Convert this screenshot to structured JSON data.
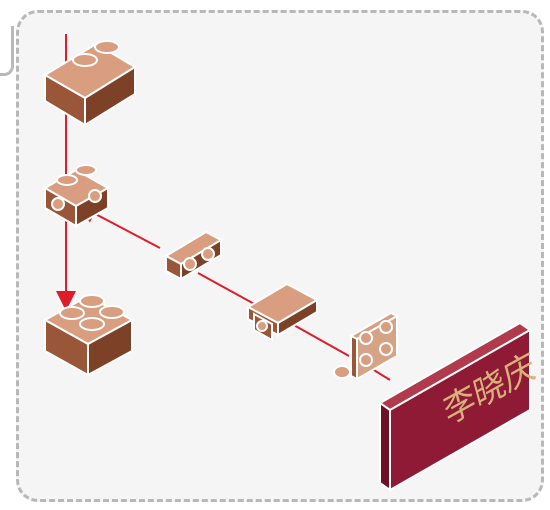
{
  "plaque": {
    "text": "李晓庆",
    "color": "#8f1a35",
    "text_color": "#d8b07a"
  },
  "colors": {
    "brick_top": "#d99d80",
    "brick_front": "#9a5638",
    "brick_side": "#7d4127",
    "flow_line": "#df1d2a",
    "outline": "#ffffff"
  },
  "parts": [
    "brick-2x1",
    "brick-2x2-side-studs",
    "brick-2x2",
    "plate-1x2-side",
    "bracket-plate",
    "plate-2x2-round"
  ]
}
